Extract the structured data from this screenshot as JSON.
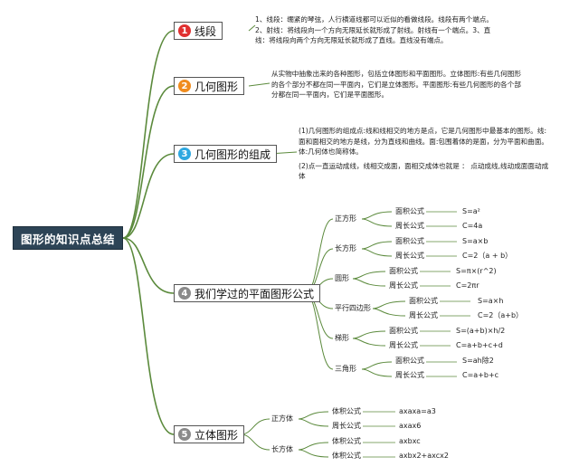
{
  "root": {
    "label": "图形的知识点总结"
  },
  "topics": [
    {
      "num": "1",
      "label": "线段",
      "color": "#e03030",
      "text": [
        "1、线段：绷紧的琴弦，人行横道线都可以近似的看做线段。线段有两个端点。",
        "2、射线：将线段向一个方向无限延长就形成了射线。射线有一个端点。3、直线：将线段向两个方向无限延长就形成了直线。直线没有端点。"
      ]
    },
    {
      "num": "2",
      "label": "几何图形",
      "color": "#f08c1e",
      "text": [
        "从实物中抽象出来的各种图形，包括立体图形和平面图形。立体图形:有些几何图形的各个部分不都在同一平面内，它们是立体图形。平面图形:有些几何图形的各个部分都在同一平面内，它们是平面图形。"
      ]
    },
    {
      "num": "3",
      "label": "几何图形的组成",
      "color": "#2ea8e0",
      "text": [
        "(1)几何图形的组成点:线和线相交的地方是点，它是几何图形中最基本的图形。线:面和面相交的地方是线，分为直线和曲线。面:包围着体的是面，分为平面和曲面。体:几何体也简称体。",
        "(2)点一直运动成线，线相交成面，面相交成体也就是 ：  点动成线,线动成面面动成体"
      ]
    },
    {
      "num": "4",
      "label": "我们学过的平面图形公式",
      "color": "#8a8a8a",
      "shapes": [
        {
          "name": "正方形",
          "items": [
            {
              "k": "面积公式",
              "v": "S=a²"
            },
            {
              "k": "周长公式",
              "v": "C=4a"
            }
          ]
        },
        {
          "name": "长方形",
          "items": [
            {
              "k": "面积公式",
              "v": "S=a×b"
            },
            {
              "k": "周长公式",
              "v": "C=2（a + b）"
            }
          ]
        },
        {
          "name": "圆形",
          "items": [
            {
              "k": "面积公式",
              "v": "S=π×(r^2)"
            },
            {
              "k": "周长公式",
              "v": "C=2πr"
            }
          ]
        },
        {
          "name": "平行四边形",
          "items": [
            {
              "k": "面积公式",
              "v": "S=a×h"
            },
            {
              "k": "周长公式",
              "v": "C=2（a+b）"
            }
          ]
        },
        {
          "name": "梯形",
          "items": [
            {
              "k": "面积公式",
              "v": "S=(a+b)×h/2"
            },
            {
              "k": "周长公式",
              "v": "C=a+b+c+d"
            }
          ]
        },
        {
          "name": "三角形",
          "items": [
            {
              "k": "面积公式",
              "v": "S=ah除2"
            },
            {
              "k": "周长公式",
              "v": "C=a+b+c"
            }
          ]
        }
      ]
    },
    {
      "num": "5",
      "label": "立体图形",
      "color": "#8a8a8a",
      "shapes": [
        {
          "name": "正方体",
          "items": [
            {
              "k": "体积公式",
              "v": "axaxa=a3"
            },
            {
              "k": "周长公式",
              "v": "axax6"
            }
          ]
        },
        {
          "name": "长方体",
          "items": [
            {
              "k": "体积公式",
              "v": "axbxc"
            },
            {
              "k": "体积公式",
              "v": "axbx2+axcx2"
            }
          ]
        }
      ]
    }
  ],
  "colors": {
    "branch": "#5b8a3c",
    "root_fill": "#2d4456"
  }
}
